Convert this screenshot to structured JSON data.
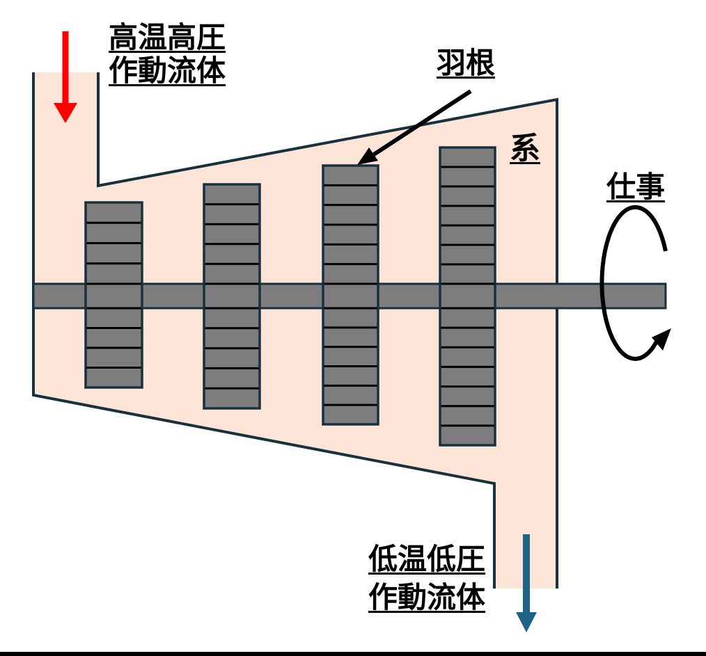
{
  "labels": {
    "inlet_line1": "高温高圧",
    "inlet_line2": "作動流体",
    "blade": "羽根",
    "system": "系",
    "work": "仕事",
    "outlet_line1": "低温低圧",
    "outlet_line2": "作動流体"
  },
  "colors": {
    "casing_fill": "#fce4d6",
    "outline_navy": "#18313f",
    "metal_gray": "#7d7d7d",
    "divider_black": "#000000",
    "inlet_arrow_red": "#ff0000",
    "outlet_arrow_teal": "#1f6387",
    "annotation_black": "#000000",
    "bottom_bar": "#000000"
  }
}
